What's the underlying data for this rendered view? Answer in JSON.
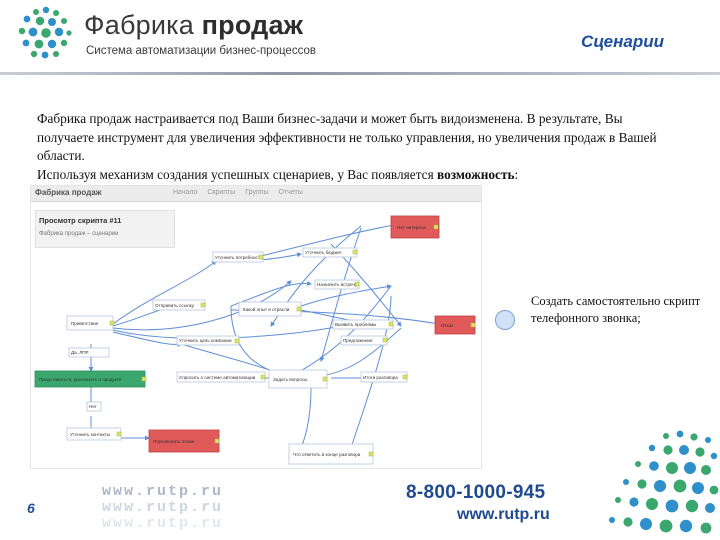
{
  "header": {
    "brand_name_regular": "Фабрика",
    "brand_name_bold": "продаж",
    "brand_tagline": "Система автоматизации бизнес-процессов",
    "slide_title": "Сценарии"
  },
  "intro": {
    "paragraph": "Фабрика продаж настраивается под Ваши бизнес-задачи и может быть видоизменена. В результате, Вы получаете инструмент для увеличения эффективности не только управления, но увеличения продаж в Вашей области.",
    "lead_in": "Используя механизм создания успешных сценариев, у Вас появляется",
    "emphasis": "возможность",
    "lead_in_end": ":"
  },
  "app_screenshot": {
    "logo": "Фабрика продаж",
    "nav_items": [
      "Начало",
      "Скрипты",
      "Группы",
      "Отчеты"
    ],
    "panel_title": "Просмотр скрипта #11",
    "panel_subtitle": "Фабрика продаж – сценарии"
  },
  "option": {
    "text": "Создать самостоятельно скрипт телефонного звонка;"
  },
  "footer": {
    "page_number": "6",
    "watermark_text": "www.rutp.ru",
    "phone": "8-800-1000-945",
    "website": "www.rutp.ru"
  },
  "colors": {
    "accent_blue": "#1f4e9c",
    "node_red": "#e05a5a",
    "node_green": "#3aa86e",
    "link_blue": "#5f8fd6"
  },
  "icons": [
    "logo-mark-icon",
    "bullet-circle-icon",
    "decorative-dots-icon"
  ]
}
